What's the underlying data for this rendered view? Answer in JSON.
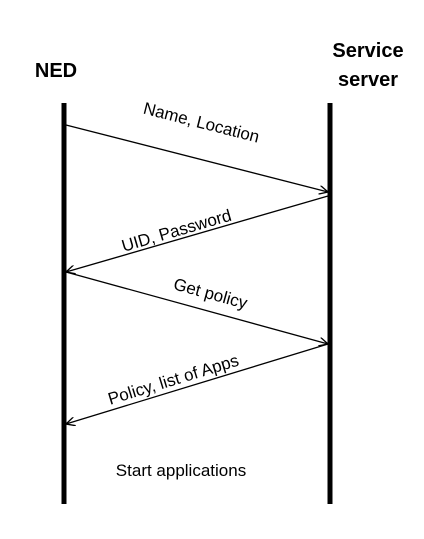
{
  "actors": {
    "left": "NED",
    "right_line1": "Service",
    "right_line2": "server"
  },
  "messages": [
    {
      "label": "Name, Location",
      "direction": "left-to-right"
    },
    {
      "label": "UID, Password",
      "direction": "right-to-left"
    },
    {
      "label": "Get policy",
      "direction": "left-to-right"
    },
    {
      "label": "Policy, list of Apps",
      "direction": "right-to-left"
    }
  ],
  "note": "Start applications"
}
